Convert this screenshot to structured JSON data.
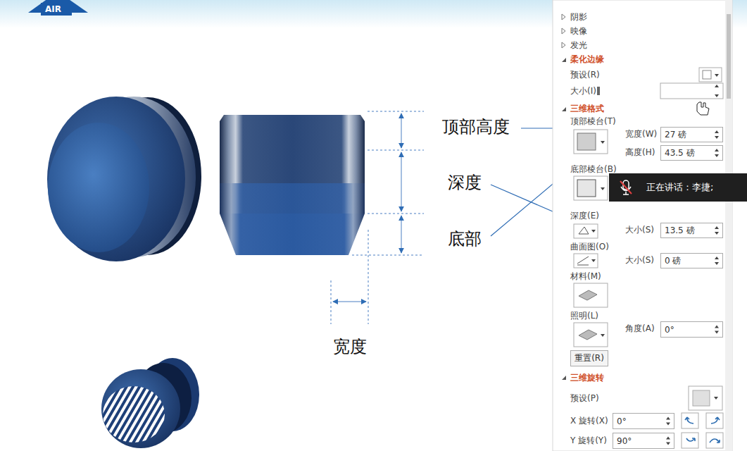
{
  "diagram": {
    "nodes": [
      {
        "text": [
          "27 磅"
        ]
      },
      {
        "text": [
          "43.5 磅"
        ]
      },
      {
        "text": [
          "正在讲话：李捷;"
        ]
      },
      {
        "text": [
          "13.5 磅"
        ]
      },
      {
        "text": [
          "0 磅"
        ]
      },
      {
        "text": [
          "0°"
        ]
      },
      {
        "text": [
          "重置(R)"
        ]
      },
      {
        "text": [
          "0°"
        ]
      },
      {
        "text": [
          "90°"
        ]
      }
    ],
    "labels": [
      "AIR",
      "阴影",
      "映像",
      "发光",
      "柔化边缘",
      "预设(R)",
      "大小(I)",
      "三维格式",
      "顶部棱台(T)",
      "顶部高度",
      "宽度(W)",
      "高度(H)",
      "底部棱台(B)",
      "深度",
      "深度(E)",
      "大小(S)",
      "底部",
      "曲面图(O)",
      "大小(S)",
      "材料(M)",
      "照明(L)",
      "角度(A)",
      "宽度",
      "三维旋转",
      "预设(P)",
      "X 旋转(X)",
      "Y 旋转(Y)"
    ]
  }
}
